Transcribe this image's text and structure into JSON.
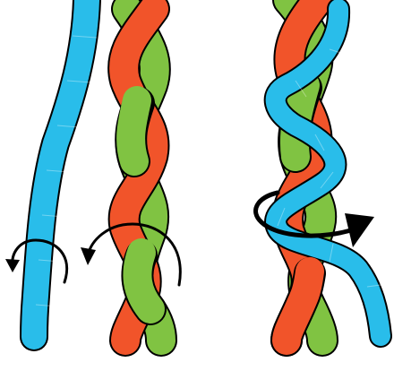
{
  "colors": {
    "blue": "#29BDEA",
    "red": "#F1542A",
    "green": "#80C342",
    "outline": "#000000",
    "background": "#FFFFFF"
  },
  "panels": [
    {
      "name": "single-strand",
      "strands": [
        "blue"
      ],
      "arrow": "twist-left"
    },
    {
      "name": "two-strand-twist",
      "strands": [
        "red",
        "green"
      ],
      "arrow": "twist-left"
    },
    {
      "name": "three-strand-wrap",
      "strands": [
        "red",
        "green",
        "blue"
      ],
      "arrow": "twist-right-bold"
    }
  ]
}
